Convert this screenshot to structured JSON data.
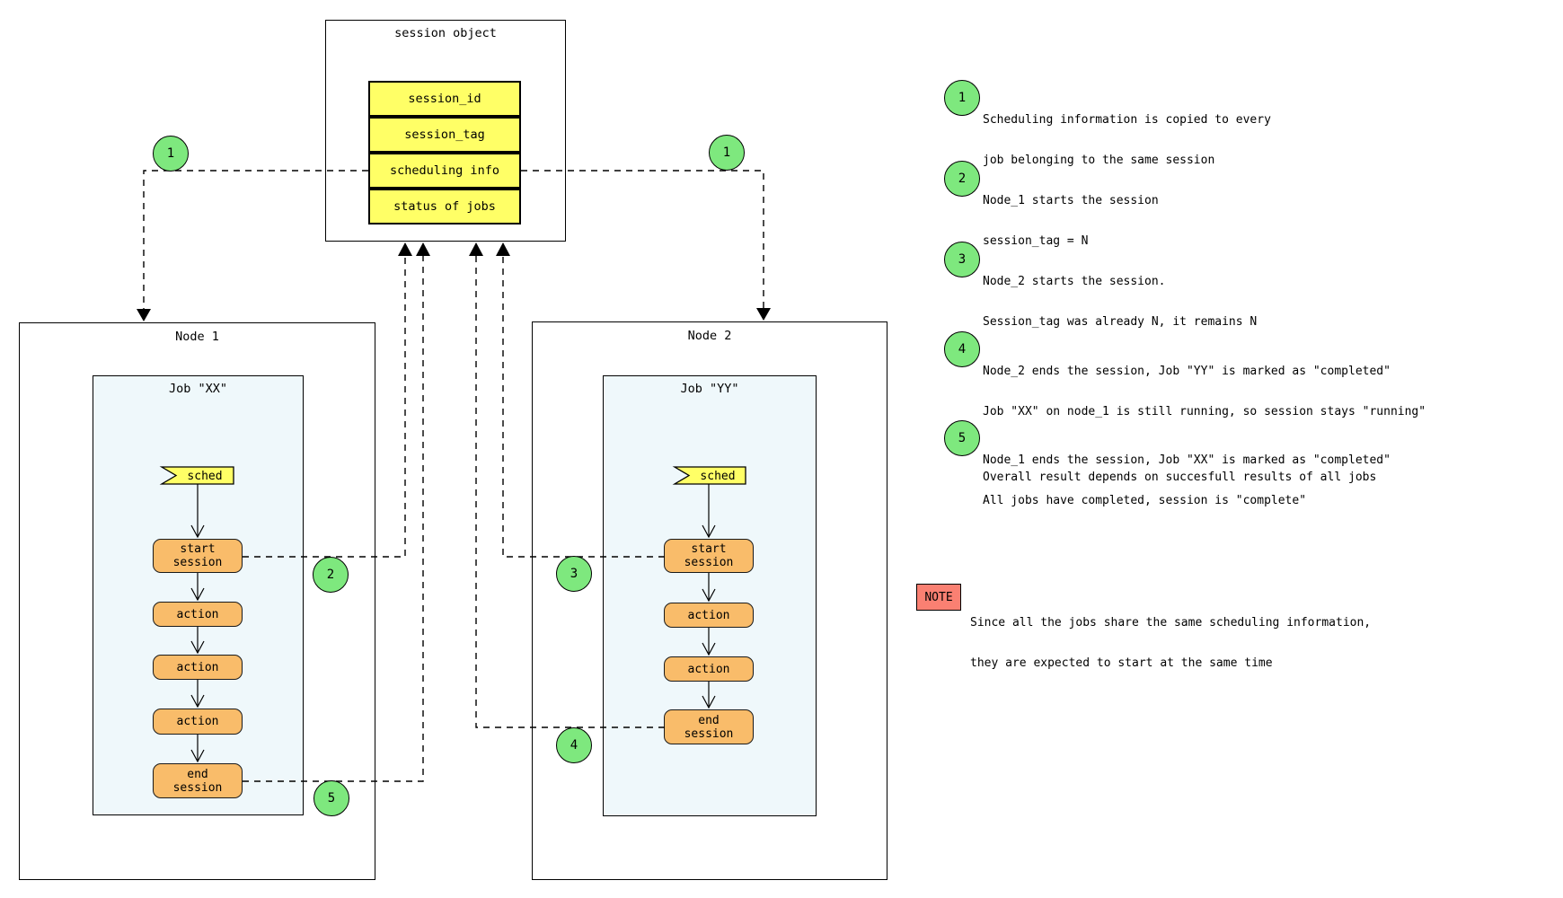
{
  "colors": {
    "field_yellow": "#FFFF66",
    "step_orange": "#F9BC6A",
    "badge_green": "#7EE87E",
    "job_fill": "#EFF8FB",
    "note_red": "#FA8072",
    "line_black": "#000000"
  },
  "session_object": {
    "title": "session object",
    "fields": [
      "session_id",
      "session_tag",
      "scheduling info",
      "status of jobs"
    ]
  },
  "nodes": [
    {
      "title": "Node 1",
      "job_title": "Job \"XX\"",
      "sched": "sched",
      "steps": [
        [
          "start",
          "session"
        ],
        [
          "action"
        ],
        [
          "action"
        ],
        [
          "action"
        ],
        [
          "end",
          "session"
        ]
      ]
    },
    {
      "title": "Node 2",
      "job_title": "Job \"YY\"",
      "sched": "sched",
      "steps": [
        [
          "start",
          "session"
        ],
        [
          "action"
        ],
        [
          "action"
        ],
        [
          "end",
          "session"
        ]
      ]
    }
  ],
  "annotations": [
    {
      "num": "1",
      "lines": [
        "Scheduling information is copied to every",
        "job belonging to the same session"
      ]
    },
    {
      "num": "2",
      "lines": [
        "Node_1 starts the session",
        "session_tag = N"
      ]
    },
    {
      "num": "3",
      "lines": [
        "Node_2 starts the session.",
        "Session_tag was already N, it remains N"
      ]
    },
    {
      "num": "4",
      "lines": [
        "Node_2 ends the session, Job \"YY\" is marked as \"completed\"",
        "Job \"XX\" on node_1 is still running, so session stays \"running\""
      ]
    },
    {
      "num": "5",
      "lines": [
        "Node_1 ends the session, Job \"XX\" is marked as \"completed\"",
        "All jobs have completed, session is \"complete\""
      ],
      "extra": "Overall result depends on succesfull results of all jobs"
    }
  ],
  "note": {
    "label": "NOTE",
    "lines": [
      "Since all the jobs share the same scheduling information,",
      "they are expected to start at the same time"
    ]
  }
}
